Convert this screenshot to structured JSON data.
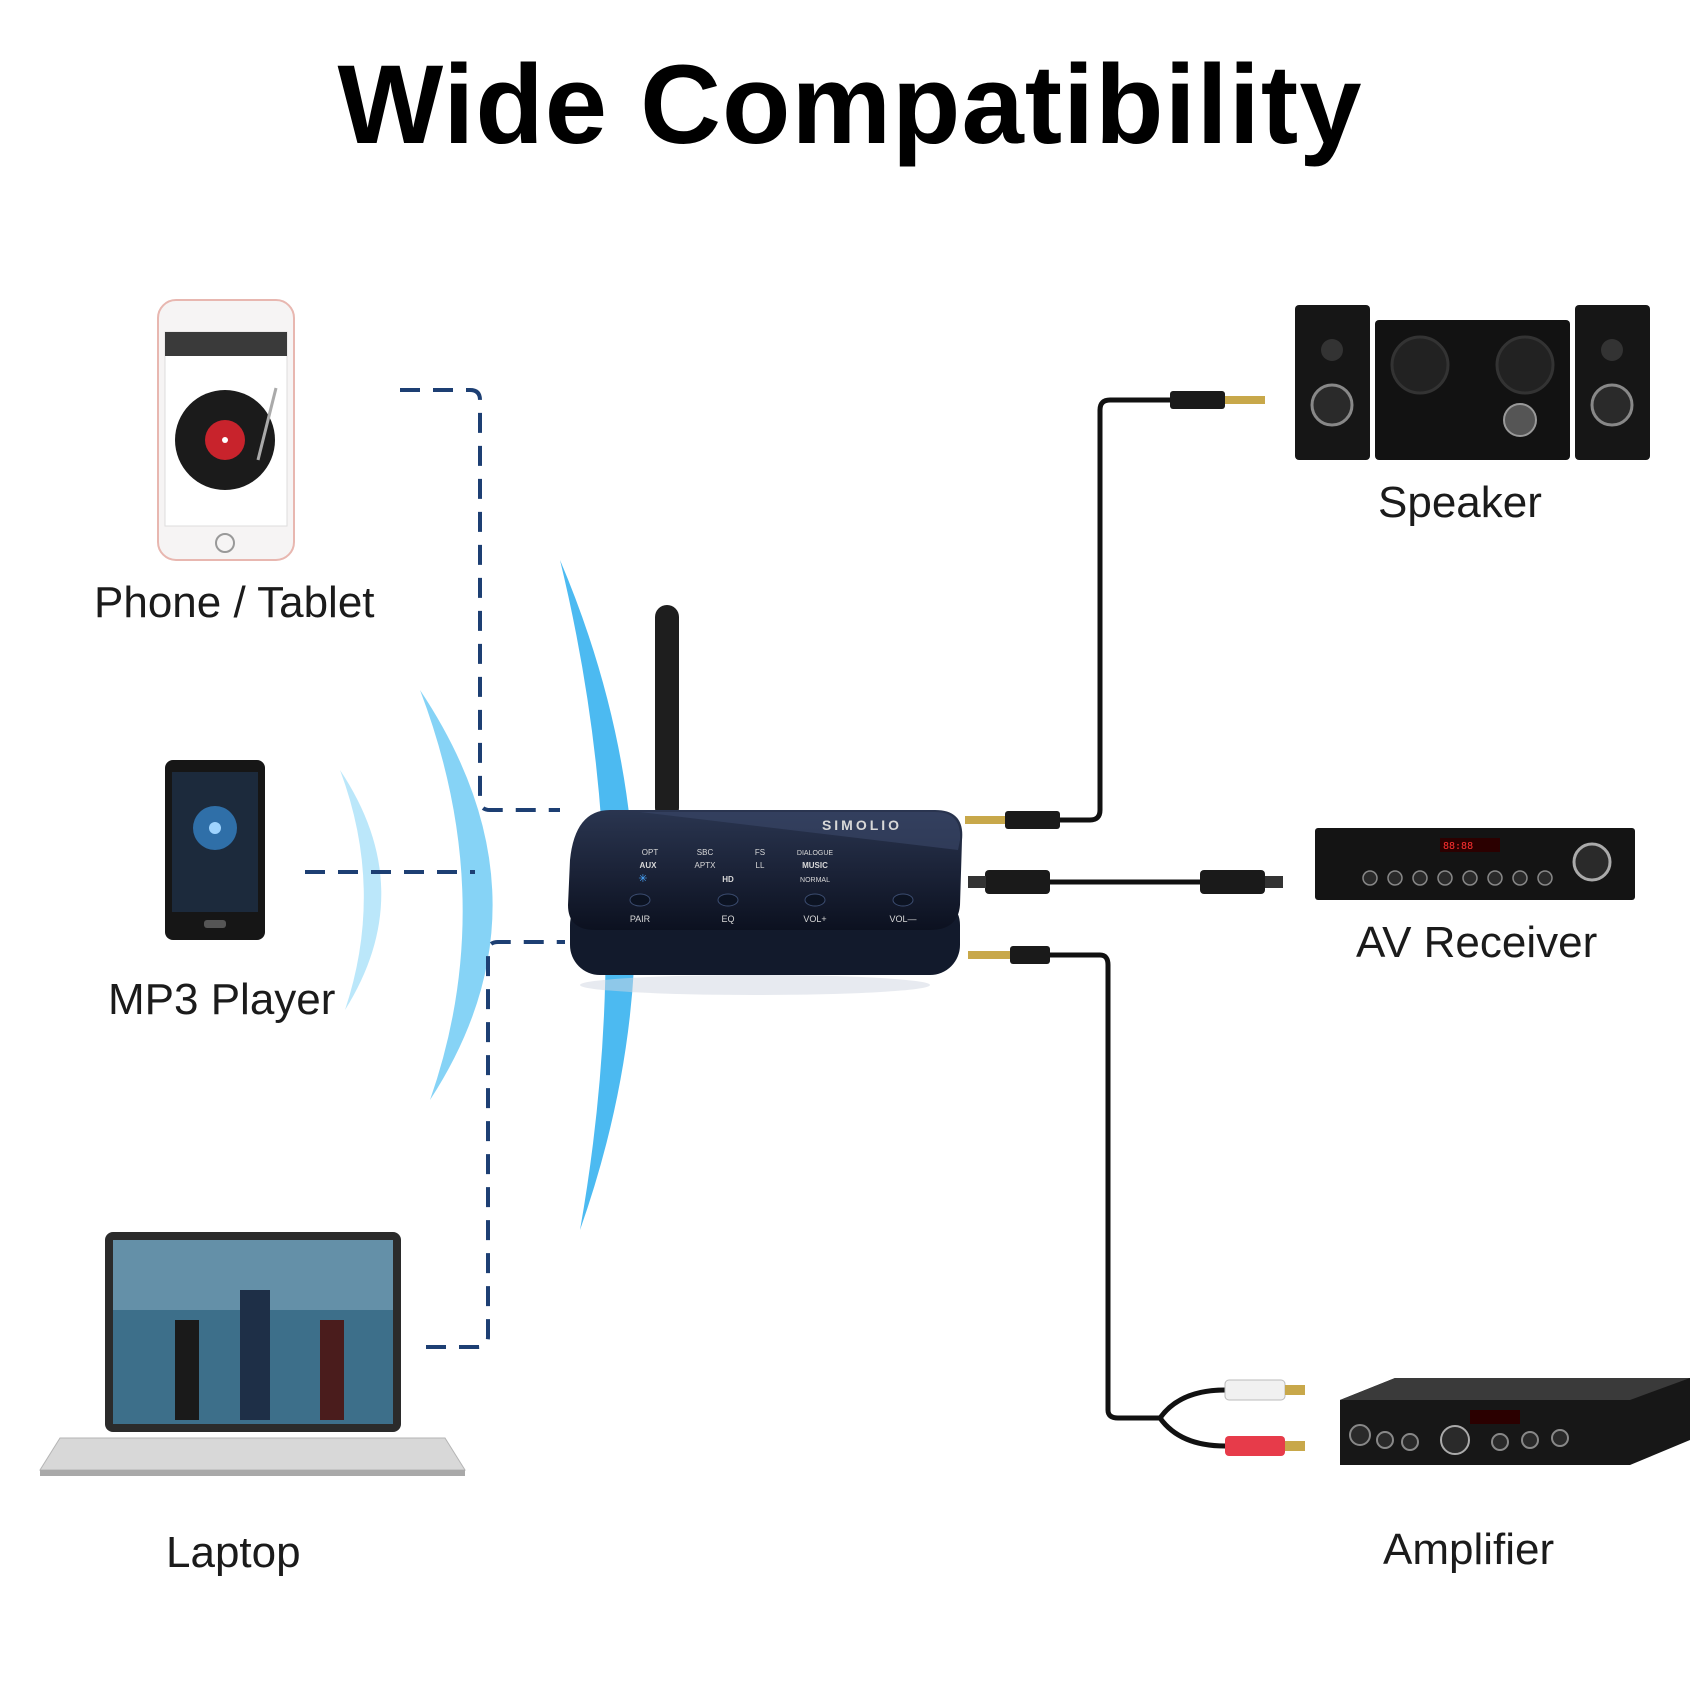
{
  "title": "Wide Compatibility",
  "sources": [
    {
      "label": "Phone / Tablet",
      "icon": "smartphone-icon"
    },
    {
      "label": "MP3 Player",
      "icon": "mp3-player-icon"
    },
    {
      "label": "Laptop",
      "icon": "laptop-icon"
    }
  ],
  "outputs": [
    {
      "label": "Speaker",
      "icon": "speaker-system-icon"
    },
    {
      "label": "AV Receiver",
      "icon": "av-receiver-icon"
    },
    {
      "label": "Amplifier",
      "icon": "amplifier-icon"
    }
  ],
  "device": {
    "brand": "SIMOLIO",
    "modes_row1": [
      "OPT",
      "SBC",
      "FS",
      "DIALOGUE"
    ],
    "modes_row2": [
      "AUX",
      "APTX",
      "LL",
      "MUSIC"
    ],
    "modes_row3": [
      "HD",
      "NORMAL"
    ],
    "buttons": [
      "PAIR",
      "EQ",
      "VOL+",
      "VOL—"
    ]
  },
  "colors": {
    "dashed_line": "#1d3f73",
    "cable": "#111111",
    "signal_wave": "#35b4f0",
    "device_body": "#1a2438"
  }
}
